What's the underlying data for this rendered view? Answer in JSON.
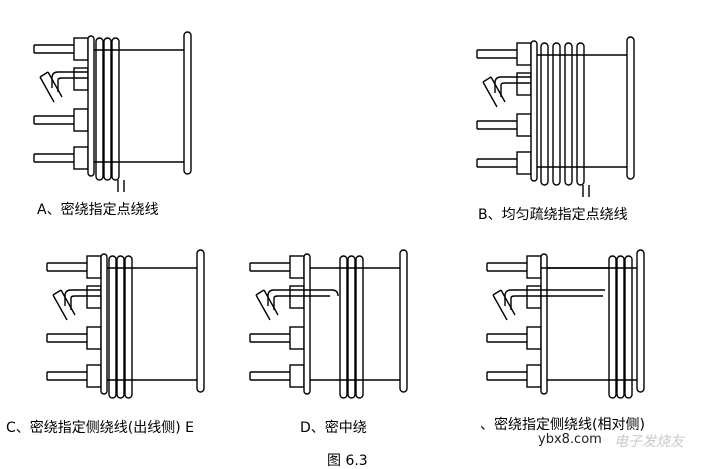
{
  "panels": {
    "a": {
      "label": "A、密绕指定点绕线"
    },
    "b": {
      "label": "B、均匀疏绕指定点绕线"
    },
    "c": {
      "label": "C、密绕指定侧绕线(出线侧)  E"
    },
    "d": {
      "label": "D、密中绕"
    },
    "e": {
      "label": "、密绕指定侧绕线(相对侧)"
    }
  },
  "caption": "图 6.3",
  "watermark": {
    "site": "ybx8.com",
    "brand": "电子发烧友"
  },
  "colors": {
    "line": "#000000",
    "background": "#ffffff"
  }
}
